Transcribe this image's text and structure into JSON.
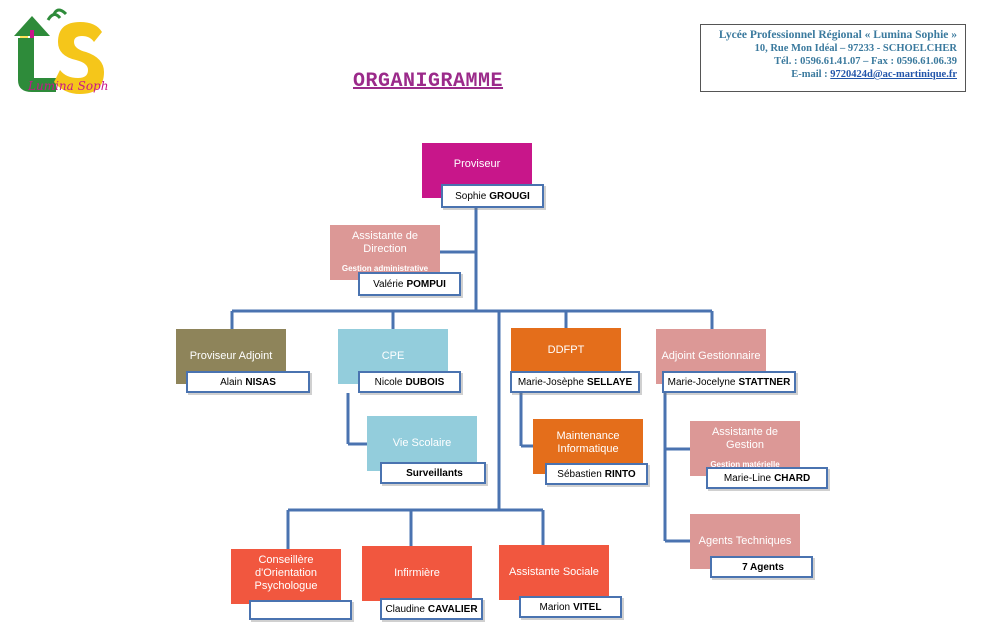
{
  "title": "ORGANIGRAMME",
  "logo_text": "Lumina Sophie",
  "school": {
    "name": "Lycée Professionnel Régional « Lumina Sophie »",
    "address": "10, Rue Mon Idéal – 97233 - SCHOELCHER",
    "phone": "Tél. : 0596.61.41.07 – Fax : 0596.61.06.39",
    "email_label": "E-mail :",
    "email": "9720424d@ac-martinique.fr"
  },
  "colors": {
    "proviseur": "#c8168a",
    "assistante": "#dc9896",
    "adjoint": "#8e845a",
    "cpe": "#93cddc",
    "ddfpt": "#e46e1b",
    "gestionnaire": "#dc9896",
    "services": "#f1573f",
    "connector": "#4a73b0"
  },
  "nodes": {
    "proviseur": {
      "title": "Proviseur",
      "first": "Sophie",
      "last": "GROUGI"
    },
    "assistante_direction": {
      "title": "Assistante de Direction",
      "subtitle": "Gestion administrative",
      "first": "Valérie",
      "last": "POMPUI"
    },
    "proviseur_adjoint": {
      "title": "Proviseur Adjoint",
      "first": "Alain",
      "last": "NISAS"
    },
    "cpe": {
      "title": "CPE",
      "first": "Nicole",
      "last": "DUBOIS"
    },
    "vie_scolaire": {
      "title": "Vie Scolaire",
      "first": "",
      "last": "Surveillants"
    },
    "ddfpt": {
      "title": "DDFPT",
      "first": "Marie-Josèphe",
      "last": "SELLAYE"
    },
    "maintenance": {
      "title": "Maintenance Informatique",
      "first": "Sébastien",
      "last": "RINTO"
    },
    "adjoint_gestionnaire": {
      "title": "Adjoint Gestionnaire",
      "first": "Marie-Jocelyne",
      "last": "STATTNER"
    },
    "assistante_gestion": {
      "title": "Assistante de Gestion",
      "subtitle": "Gestion matérielle",
      "first": "Marie-Line",
      "last": "CHARD"
    },
    "agents_techniques": {
      "title": "Agents Techniques",
      "first": "",
      "last": "7 Agents"
    },
    "conseillere": {
      "title": "Conseillère d'Orientation Psychologue",
      "first": "",
      "last": ""
    },
    "infirmiere": {
      "title": "Infirmière",
      "first": "Claudine",
      "last": "CAVALIER"
    },
    "assistante_sociale": {
      "title": "Assistante Sociale",
      "first": "Marion",
      "last": "VITEL"
    }
  }
}
